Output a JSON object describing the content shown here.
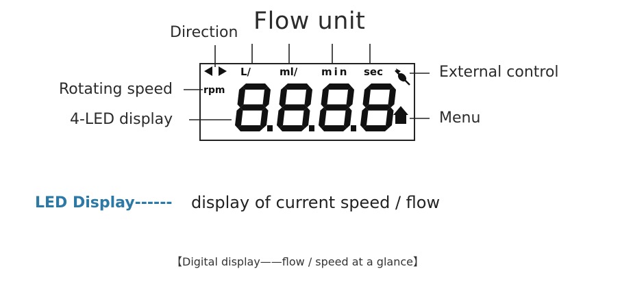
{
  "title": "Flow unit",
  "labels": {
    "direction": "Direction",
    "rotating_speed": "Rotating speed",
    "led_display": "4-LED display",
    "external_control": "External control",
    "menu": "Menu"
  },
  "lcd": {
    "units": [
      "L/",
      "ml/",
      "min",
      "sec"
    ],
    "rpm": "rpm",
    "digits": [
      "8",
      "8",
      "8",
      "8"
    ],
    "icons": [
      "direction-arrows-icon",
      "external-control-icon",
      "home-icon"
    ]
  },
  "caption": {
    "key": "LED Display------",
    "desc": "display of current speed / flow"
  },
  "footer": "【Digital display——flow / speed at a glance】",
  "colors": {
    "accent": "#2c79a5",
    "ink": "#111111",
    "line": "#222222"
  }
}
